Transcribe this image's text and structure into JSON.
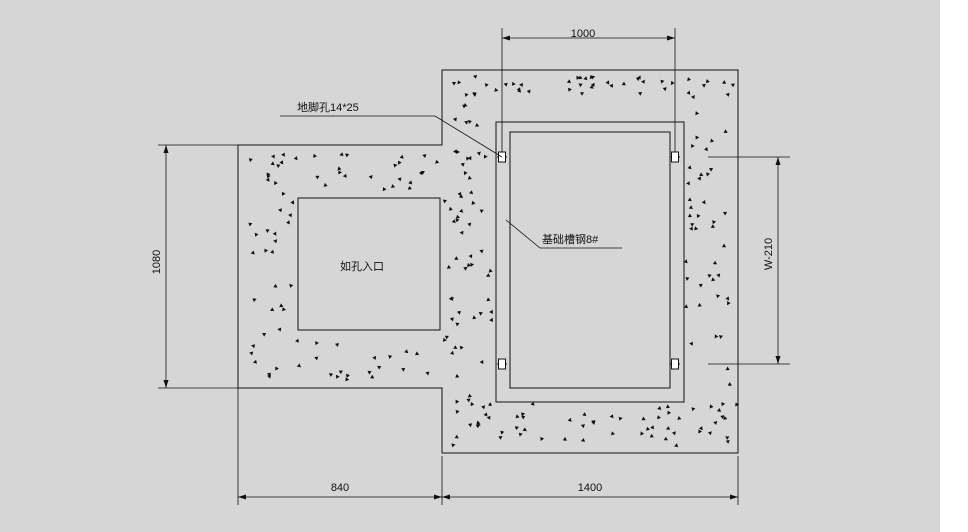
{
  "colors": {
    "background": "#d6d6d6",
    "outer_band": "#ffffff",
    "line": "#111111"
  },
  "labels": {
    "anchor_hole": "地脚孔14*25",
    "channel_steel": "基础槽钢8#",
    "manhole_entry": "如孔入口"
  },
  "dimensions": {
    "top_width": "1000",
    "left_height": "1080",
    "right_height": "W-210",
    "bottom_left": "840",
    "bottom_right": "1400"
  },
  "icons": {
    "gravel": "aggregate-triangle-icon",
    "anchor_bolt": "anchor-bolt-icon"
  }
}
